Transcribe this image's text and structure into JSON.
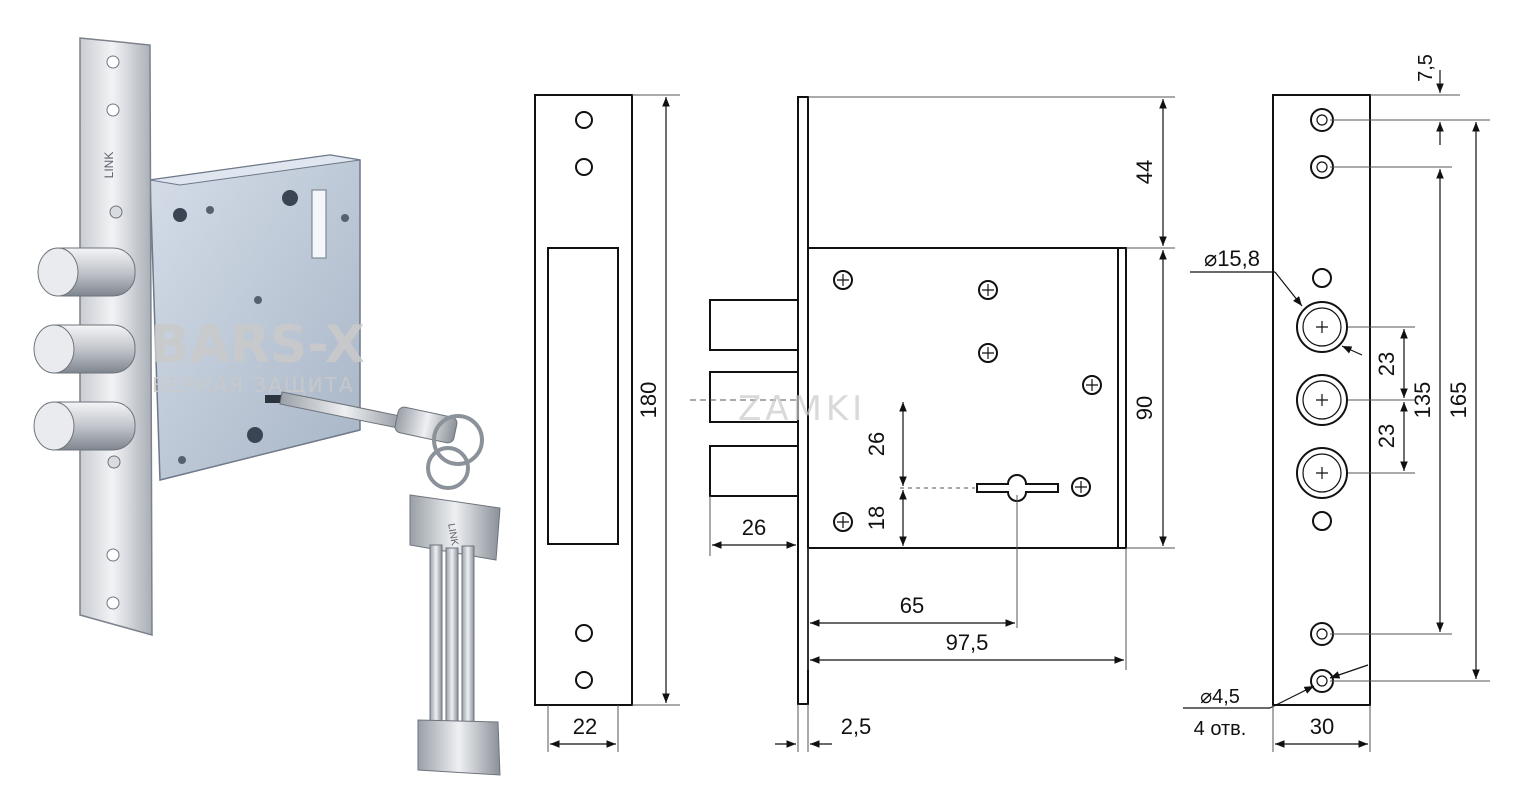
{
  "watermark": {
    "brand": "BARS-X",
    "tagline": "ВЕРНАЯ ЗАЩИТА",
    "mark": "ZAMKI"
  },
  "photo": {
    "plate_stamp": "LINK",
    "key_stamp": "LINK"
  },
  "faceplate_view": {
    "height": "180",
    "width": "22"
  },
  "side_view": {
    "top_offset": "44",
    "body_height": "90",
    "bolt_projection": "26",
    "bolt_to_key": "26",
    "key_to_bottom": "18",
    "key_distance": "65",
    "body_depth": "97,5",
    "plate_thickness": "2,5"
  },
  "front_plate_view": {
    "top_offset": "7,5",
    "bolt_diameter": "⌀15,8",
    "bolt_spacing_1": "23",
    "bolt_spacing_2": "23",
    "inner_holes": "135",
    "outer_holes": "165",
    "hole_diameter": "⌀4,5",
    "hole_count": "4 отв.",
    "width": "30"
  },
  "colors": {
    "line": "#111111",
    "metal_light": "#e6e8ec",
    "metal_dark": "#8e96a3",
    "box": "#b9c6d6",
    "watermark": "#c9c9c9"
  }
}
